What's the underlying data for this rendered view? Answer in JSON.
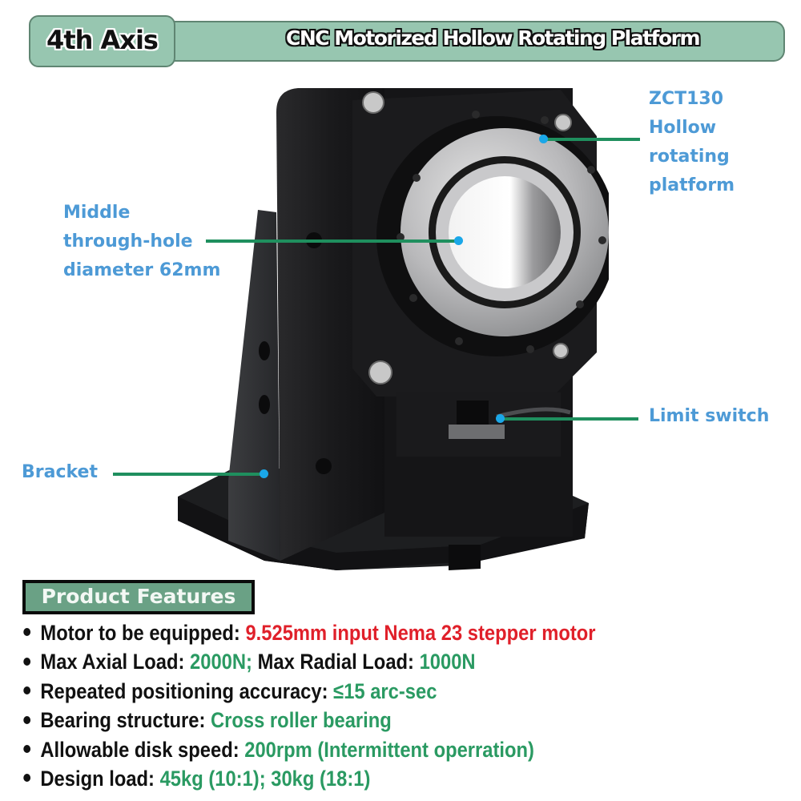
{
  "header": {
    "badge": "4th Axis",
    "title": "CNC Motorized Hollow Rotating Platform",
    "colors": {
      "banner_fill": "#97c6b0",
      "banner_border": "#5f8572"
    }
  },
  "callouts": {
    "platform": {
      "lines": [
        "ZCT130",
        "Hollow",
        "rotating",
        "platform"
      ]
    },
    "through_hole": {
      "lines": [
        "Middle",
        "through-hole",
        "diameter 62mm"
      ]
    },
    "limit_switch": {
      "lines": [
        "Limit switch"
      ]
    },
    "bracket": {
      "lines": [
        "Bracket"
      ]
    },
    "colors": {
      "label": "#4d9ad6",
      "line": "#1f8f5e",
      "dot": "#1aa7e8"
    }
  },
  "product_image": {
    "icon": "hollow-rotating-platform-illustration"
  },
  "features": {
    "title": "Product Features",
    "items": [
      {
        "label": "Motor to be equipped:",
        "value": "9.525mm input Nema 23 stepper motor",
        "value_color": "red"
      },
      {
        "label": "Max Axial Load:",
        "value": "2000N;",
        "label2": "Max Radial Load:",
        "value2": "1000N",
        "value_color": "green"
      },
      {
        "label": "Repeated positioning accuracy:",
        "value": "≤15 arc-sec",
        "value_color": "green"
      },
      {
        "label": "Bearing structure:",
        "value": "Cross roller bearing",
        "value_color": "green"
      },
      {
        "label": "Allowable disk speed:",
        "value": "200rpm (Intermittent operration)",
        "value_color": "green"
      },
      {
        "label": "Design load:",
        "value": "45kg (10:1); 30kg (18:1)",
        "value_color": "green"
      }
    ],
    "colors": {
      "box_fill": "#6aa185",
      "red": "#e0202a",
      "green": "#2a9a62"
    }
  }
}
